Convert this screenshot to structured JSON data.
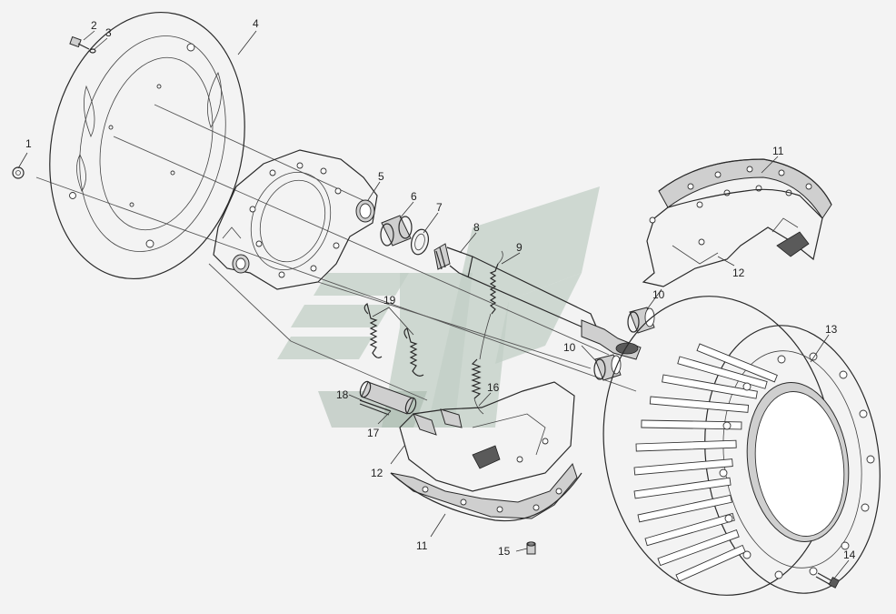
{
  "diagram": {
    "labels": {
      "l1": "1",
      "l2": "2",
      "l3": "3",
      "l4": "4",
      "l5": "5",
      "l6": "6",
      "l7": "7",
      "l8": "8",
      "l9": "9",
      "l10a": "10",
      "l10b": "10",
      "l11a": "11",
      "l11b": "11",
      "l12a": "12",
      "l12b": "12",
      "l13": "13",
      "l14": "14",
      "l15": "15",
      "l16": "16",
      "l17": "17",
      "l18": "18",
      "l19": "19"
    }
  }
}
